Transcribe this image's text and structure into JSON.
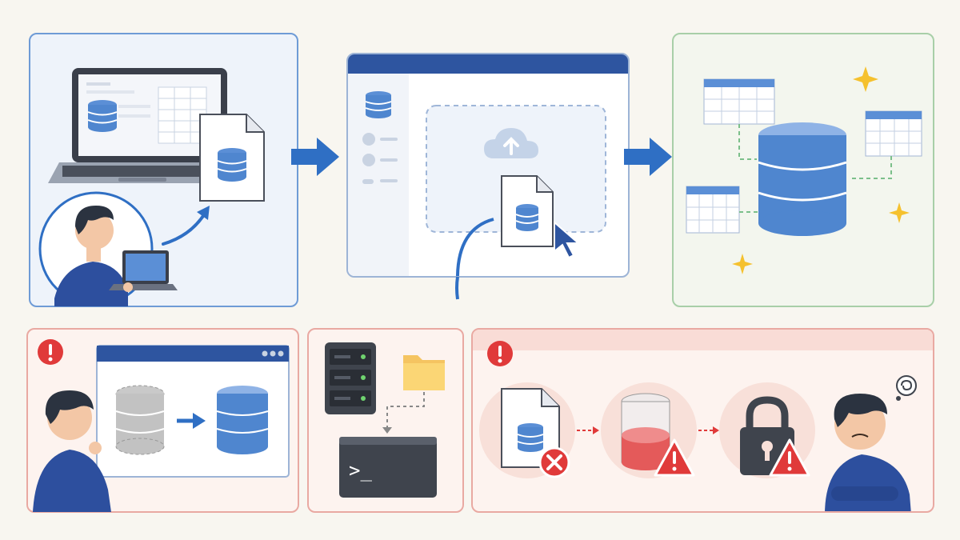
{
  "diagram": {
    "flow": [
      "user-upload",
      "import-dialog",
      "database-result"
    ],
    "problems": [
      "format-mismatch",
      "server-cli",
      "import-failures"
    ]
  },
  "colors": {
    "accent_blue": "#2f6fc4",
    "db_blue": "#4f86cf",
    "success_border": "#a8cfa8",
    "error_red": "#e03a3a",
    "warning_border": "#e9a9a2",
    "sparkle_yellow": "#f5c12e"
  },
  "icons": [
    "laptop-icon",
    "database-icon",
    "file-icon",
    "person-icon",
    "arrow-icon",
    "cloud-upload-icon",
    "cursor-icon",
    "table-icon",
    "sparkle-icon",
    "alert-icon",
    "server-icon",
    "folder-icon",
    "terminal-icon",
    "error-x-icon",
    "warning-icon",
    "lock-icon",
    "confused-icon"
  ],
  "terminal": {
    "prompt": ">_"
  }
}
